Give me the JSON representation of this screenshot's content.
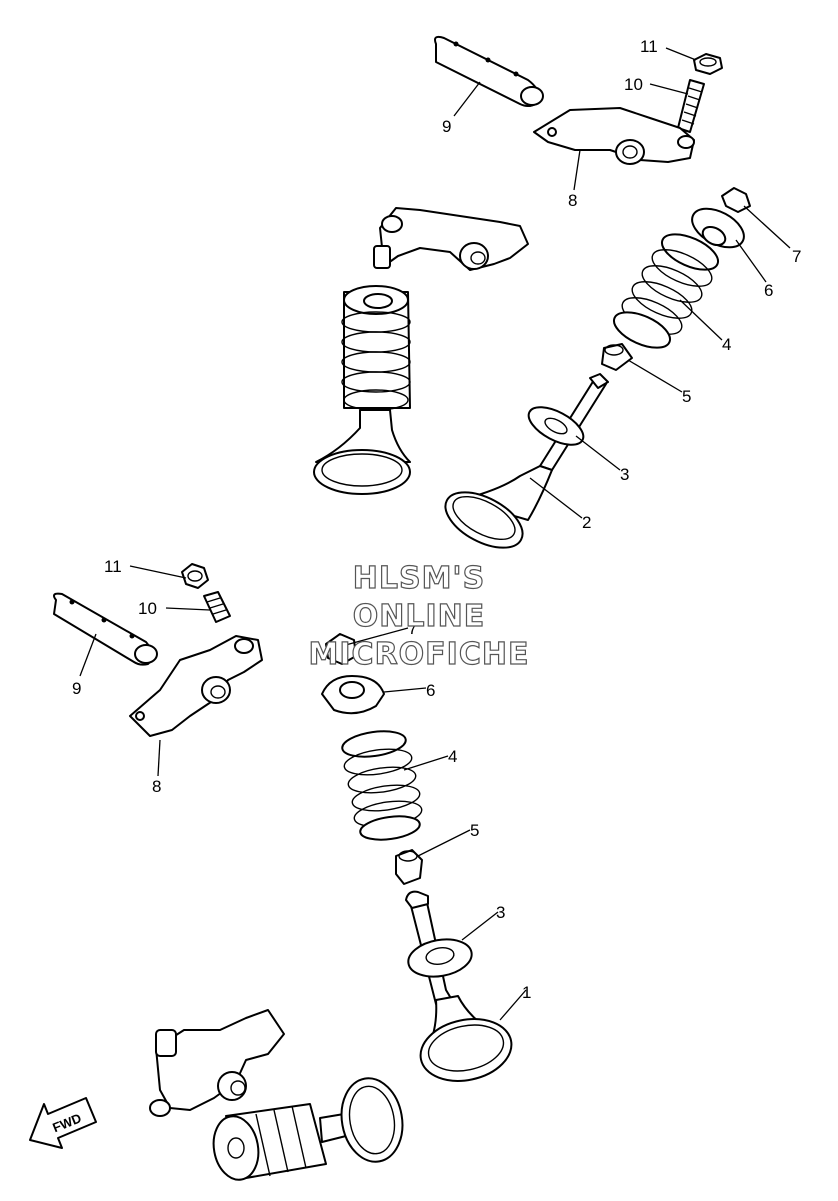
{
  "callouts": {
    "top": [
      {
        "id": "11",
        "label": "11"
      },
      {
        "id": "10",
        "label": "10"
      },
      {
        "id": "9",
        "label": "9"
      },
      {
        "id": "8",
        "label": "8"
      },
      {
        "id": "7",
        "label": "7"
      },
      {
        "id": "6",
        "label": "6"
      },
      {
        "id": "4",
        "label": "4"
      },
      {
        "id": "5",
        "label": "5"
      },
      {
        "id": "3",
        "label": "3"
      },
      {
        "id": "2",
        "label": "2"
      }
    ],
    "bottom": [
      {
        "id": "11",
        "label": "11"
      },
      {
        "id": "10",
        "label": "10"
      },
      {
        "id": "9",
        "label": "9"
      },
      {
        "id": "8",
        "label": "8"
      },
      {
        "id": "7",
        "label": "7"
      },
      {
        "id": "6",
        "label": "6"
      },
      {
        "id": "4",
        "label": "4"
      },
      {
        "id": "5",
        "label": "5"
      },
      {
        "id": "3",
        "label": "3"
      },
      {
        "id": "1",
        "label": "1"
      }
    ]
  },
  "watermark": {
    "line1": "HLSM'S",
    "line2": "ONLINE",
    "line3": "MICROFICHE"
  },
  "fwd_arrow": {
    "label": "FWD"
  }
}
